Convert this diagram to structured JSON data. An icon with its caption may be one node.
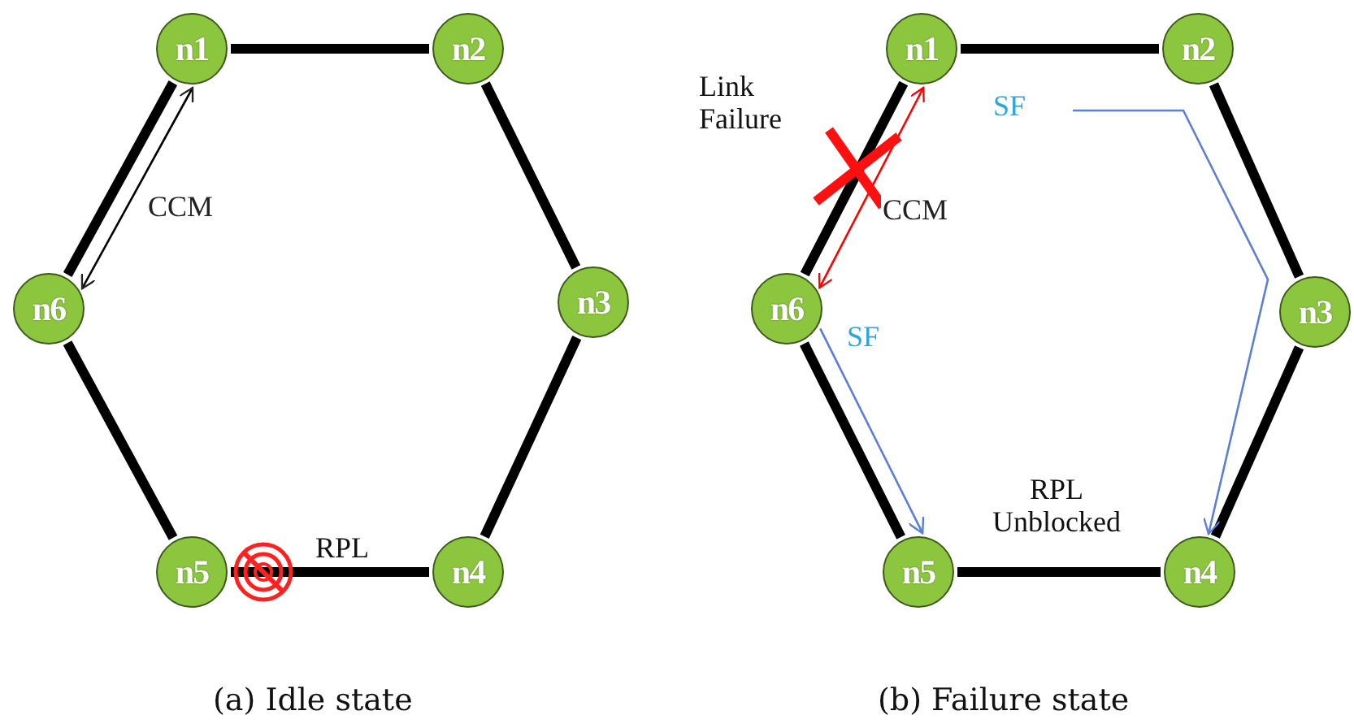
{
  "diagram": {
    "nodes": [
      {
        "text": [
          "n1"
        ]
      },
      {
        "text": [
          "n2"
        ]
      },
      {
        "text": [
          "n3"
        ]
      },
      {
        "text": [
          "n4"
        ]
      },
      {
        "text": [
          "n5"
        ]
      },
      {
        "text": [
          "n6"
        ]
      },
      {
        "text": [
          "n1"
        ]
      },
      {
        "text": [
          "n2"
        ]
      },
      {
        "text": [
          "n3"
        ]
      },
      {
        "text": [
          "n4"
        ]
      },
      {
        "text": [
          "n5"
        ]
      },
      {
        "text": [
          "n6"
        ]
      }
    ],
    "edges": [
      {
        "from": 0,
        "to": 1,
        "arrow": "none"
      },
      {
        "from": 1,
        "to": 2,
        "arrow": "none"
      },
      {
        "from": 2,
        "to": 3,
        "arrow": "none"
      },
      {
        "from": 3,
        "to": 4,
        "arrow": "none"
      },
      {
        "from": 4,
        "to": 5,
        "arrow": "none"
      },
      {
        "from": 5,
        "to": 0,
        "arrow": "none"
      },
      {
        "from": 0,
        "to": 5,
        "arrow": "both",
        "label": "CCM"
      },
      {
        "from": 6,
        "to": 7,
        "arrow": "none"
      },
      {
        "from": 7,
        "to": 8,
        "arrow": "none"
      },
      {
        "from": 8,
        "to": 9,
        "arrow": "none"
      },
      {
        "from": 9,
        "to": 10,
        "arrow": "none"
      },
      {
        "from": 10,
        "to": 11,
        "arrow": "none"
      },
      {
        "from": 11,
        "to": 6,
        "arrow": "none"
      },
      {
        "from": 6,
        "to": 11,
        "arrow": "both",
        "label": "CCM",
        "color": "#ff0000"
      },
      {
        "from": 11,
        "to": 10,
        "arrow": "to",
        "label": "SF",
        "color": "#5b7fd6"
      },
      {
        "from": null,
        "to": 9,
        "arrow": "to",
        "label": "SF",
        "color": "#5b7fd6"
      }
    ],
    "labels": [
      "RPL",
      "Link Failure",
      "RPL Unblocked",
      "(a) Idle state",
      "(b) Failure state"
    ]
  }
}
